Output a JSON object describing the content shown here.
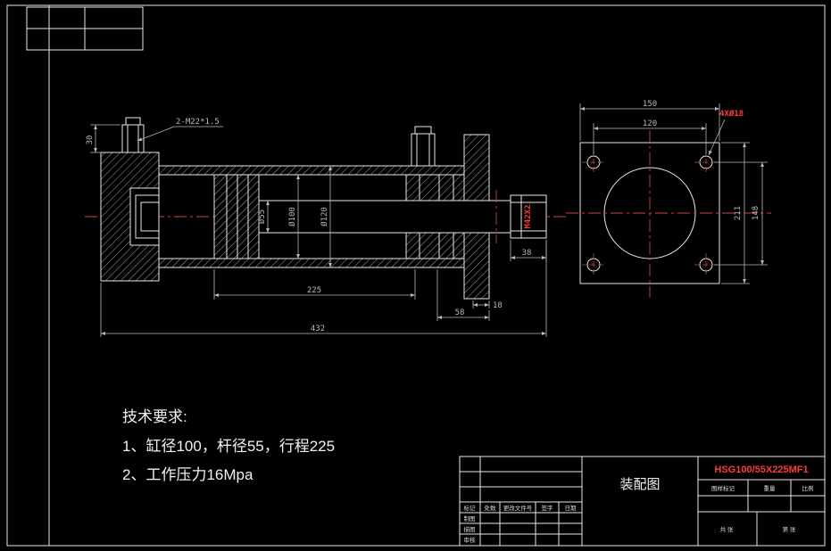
{
  "colors": {
    "background": "#000000",
    "line": "#e8e8e8",
    "dimension_text": "#b8b8b8",
    "centerline_red": "#cf4444",
    "accent_red": "#ff3b3b"
  },
  "tech_requirements": {
    "heading": "技术要求:",
    "item1": "1、缸径100，杆径55，行程225",
    "item2": "2、工作压力16Mpa"
  },
  "side_view": {
    "dims": {
      "port_thread": "2-M22*1.5",
      "port_offset": "30",
      "rod_diameter": "Ø55",
      "bore_diameter": "Ø100",
      "barrel_outer_diameter": "Ø120",
      "rod_end_thread": "M42X2",
      "stroke_length": "225",
      "rod_extension": "38",
      "flange_thickness": "18",
      "head_length": "58",
      "overall_length": "432"
    }
  },
  "end_view": {
    "dims": {
      "flange_width": "150",
      "bolt_spacing_horizontal": "120",
      "bolt_holes": "4XØ18",
      "flange_height": "211",
      "bolt_spacing_vertical": "148"
    }
  },
  "title_block": {
    "drawing_title": "装配图",
    "drawing_code": "HSG100/55X225MF1",
    "labels": {
      "mark": "标记",
      "count": "处数",
      "change_doc": "更改文件号",
      "signature": "签字",
      "date": "日期",
      "drafted": "制图",
      "traced": "描图",
      "checked": "审核",
      "pattern_mark": "图样标记",
      "weight": "重量",
      "scale": "比例",
      "total_sheets": "共  张",
      "sheet_number": "第  张"
    }
  }
}
